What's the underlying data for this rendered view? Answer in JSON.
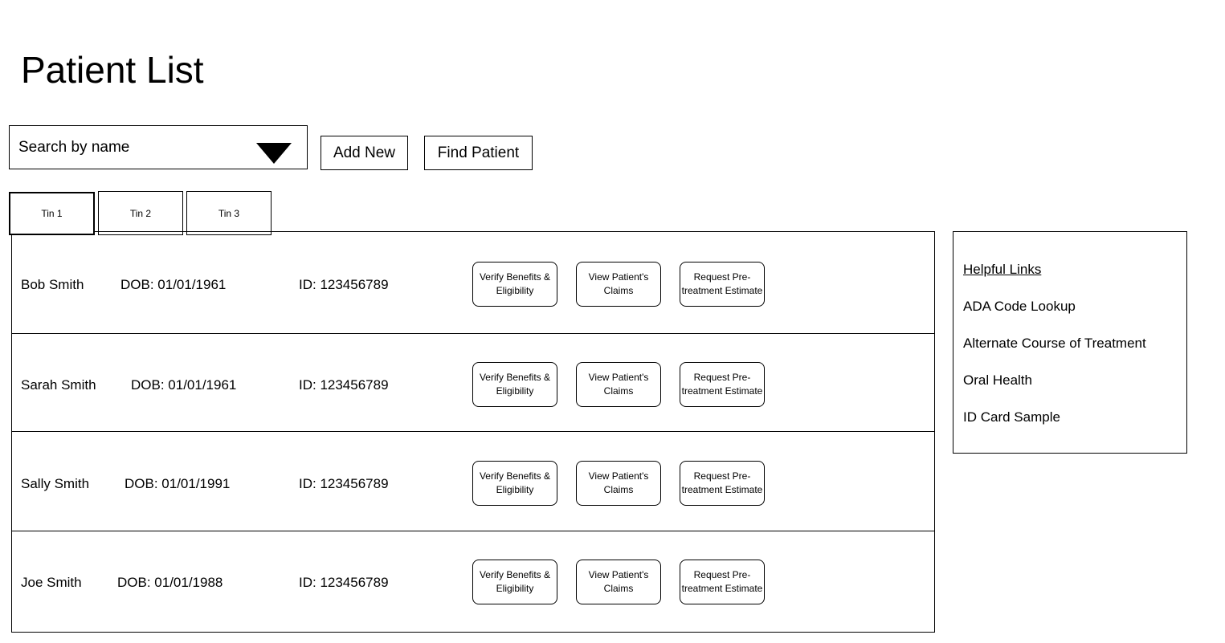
{
  "page": {
    "title": "Patient List"
  },
  "search": {
    "placeholder": "Search by name"
  },
  "toolbar": {
    "add_label": "Add New",
    "find_label": "Find Patient"
  },
  "tabs": [
    {
      "label": "Tin 1",
      "active": true
    },
    {
      "label": "Tin 2",
      "active": false
    },
    {
      "label": "Tin 3",
      "active": false
    }
  ],
  "actions": {
    "verify_label": "Verify Benefits & Eligibility",
    "claims_label": "View Patient's Claims",
    "estimate_label": "Request Pre-treatment Estimate"
  },
  "patients": [
    {
      "name": "Bob Smith",
      "dob": "DOB: 01/01/1961",
      "id": "ID: 123456789"
    },
    {
      "name": "Sarah Smith",
      "dob": "DOB: 01/01/1961",
      "id": "ID: 123456789"
    },
    {
      "name": "Sally Smith",
      "dob": "DOB: 01/01/1991",
      "id": "ID: 123456789"
    },
    {
      "name": "Joe Smith",
      "dob": "DOB: 01/01/1988",
      "id": "ID: 123456789"
    }
  ],
  "helpful_links": {
    "heading": "Helpful Links",
    "items": [
      "ADA Code Lookup",
      "Alternate Course of Treatment",
      "Oral Health",
      "ID Card Sample"
    ]
  }
}
